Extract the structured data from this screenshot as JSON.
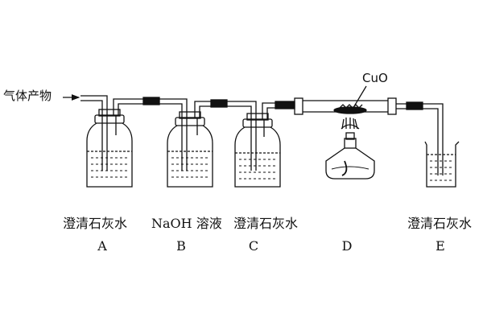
{
  "inlet_label": "气体产物",
  "reagent_label": "CuO",
  "stations": [
    {
      "letter": "A",
      "solution": "澄清石灰水"
    },
    {
      "letter": "B",
      "solution": "NaOH 溶液"
    },
    {
      "letter": "C",
      "solution": "澄清石灰水"
    },
    {
      "letter": "D",
      "solution": ""
    },
    {
      "letter": "E",
      "solution": "澄清石灰水"
    }
  ]
}
